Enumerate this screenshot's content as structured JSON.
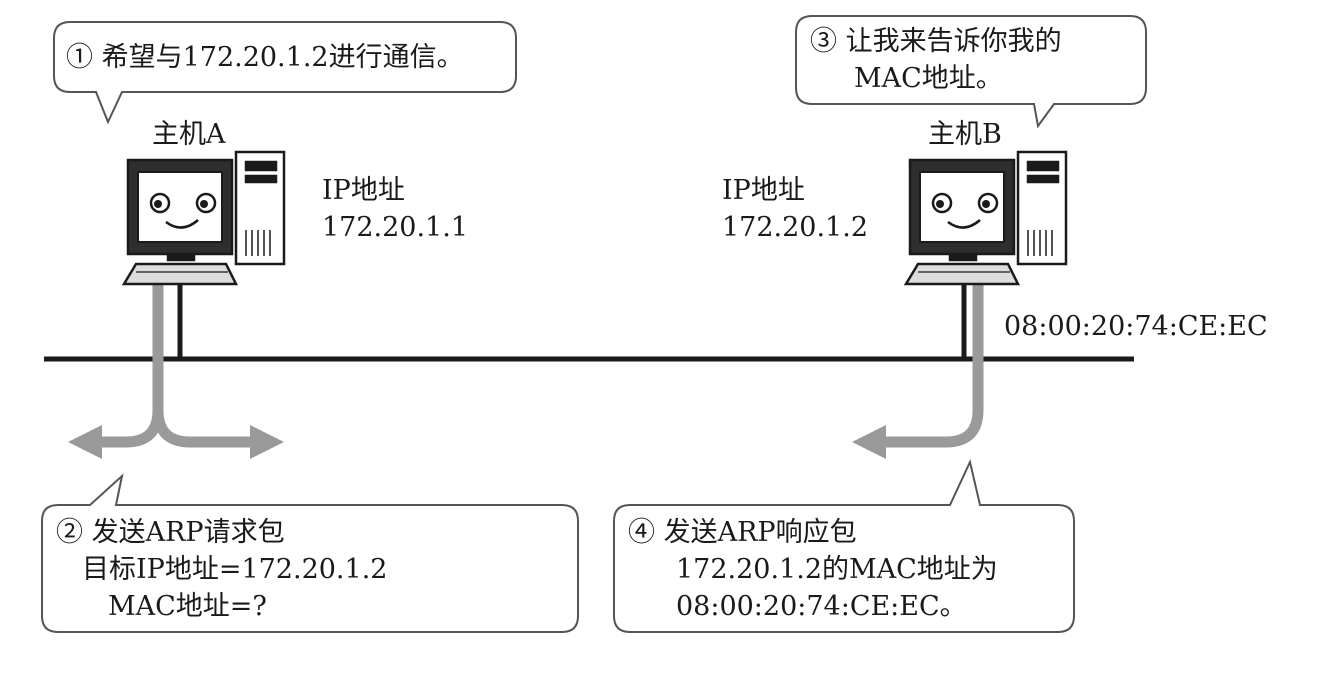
{
  "bubbles": {
    "step1": {
      "text": "① 希望与172.20.1.2进行通信。"
    },
    "step2": {
      "line1": "② 发送ARP请求包",
      "line2": "目标IP地址=172.20.1.2",
      "line3": "MAC地址=?"
    },
    "step3": {
      "line1": "③ 让我来告诉你我的",
      "line2": "MAC地址。"
    },
    "step4": {
      "line1": "④ 发送ARP响应包",
      "line2": "172.20.1.2的MAC地址为",
      "line3": "08:00:20:74:CE:EC。"
    }
  },
  "hosts": {
    "a": {
      "name": "主机A",
      "ip_label": "IP地址",
      "ip_value": "172.20.1.1"
    },
    "b": {
      "name": "主机B",
      "ip_label": "IP地址",
      "ip_value": "172.20.1.2",
      "mac": "08:00:20:74:CE:EC"
    }
  },
  "colors": {
    "line": "#1a1a1a",
    "arrow": "#9a9a9a",
    "screen": "#3a3a3a",
    "bubble_border": "#555555"
  }
}
